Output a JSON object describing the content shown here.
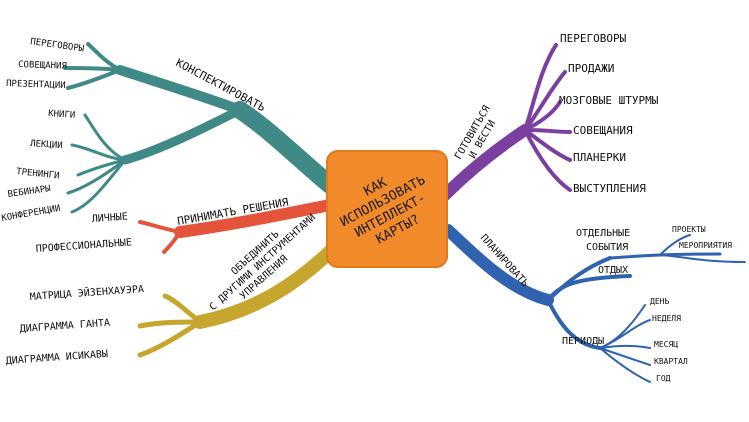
{
  "center": {
    "title": "КАК\nИСПОЛЬЗОВАТЬ\nИНТЕЛЛЕКТ-\nКАРТЫ?"
  },
  "colors": {
    "center": "#f08a2a",
    "teal": "#3f8a86",
    "red": "#e4543a",
    "olive": "#c6a62f",
    "purple": "#7b3fa0",
    "blue": "#2f63b0"
  },
  "branches": {
    "teal": {
      "label": "КОНСПЕКТИРОВАТЬ",
      "group1": [
        "ПЕРЕГОВОРЫ",
        "СОВЕЩАНИЯ",
        "ПРЕЗЕНТАЦИИ"
      ],
      "group2": [
        "КНИГИ",
        "ЛЕКЦИИ",
        "ТРЕНИНГИ",
        "ВЕБИНАРЫ",
        "КОНФЕРЕНЦИИ"
      ]
    },
    "red": {
      "label": "ПРИНИМАТЬ РЕШЕНИЯ",
      "children": [
        "ЛИЧНЫЕ",
        "ПРОФЕССИОНАЛЬНЫЕ"
      ]
    },
    "olive": {
      "label_lines": [
        "ОБЪЕДИНИТЬ",
        "С ДРУГИМИ ИНСТРУМЕНТАМИ",
        "УПРАВЛЕНИЯ"
      ],
      "children": [
        "МАТРИЦА ЭЙЗЕНХАУЭРА",
        "ДИАГРАММА ГАНТА",
        "ДИАГРАММА ИСИКАВЫ"
      ]
    },
    "purple": {
      "label_lines": [
        "ГОТОВИТЬСЯ",
        "И ВЕСТИ"
      ],
      "children": [
        "ПЕРЕГОВОРЫ",
        "ПРОДАЖИ",
        "МОЗГОВЫЕ ШТУРМЫ",
        "СОВЕЩАНИЯ",
        "ПЛАНЕРКИ",
        "ВЫСТУПЛЕНИЯ"
      ]
    },
    "blue": {
      "label": "ПЛАНИРОВАТЬ",
      "events_lines": [
        "ОТДЕЛЬНЫЕ",
        "СОБЫТИЯ"
      ],
      "events_children": [
        "ПРОЕКТЫ",
        "МЕРОПРИЯТИЯ"
      ],
      "rest": "ОТДЫХ",
      "periods": "ПЕРИОДЫ",
      "periods_children": [
        "ДЕНЬ",
        "НЕДЕЛЯ",
        "МЕСЯЦ",
        "КВАРТАЛ",
        "ГОД"
      ]
    }
  }
}
